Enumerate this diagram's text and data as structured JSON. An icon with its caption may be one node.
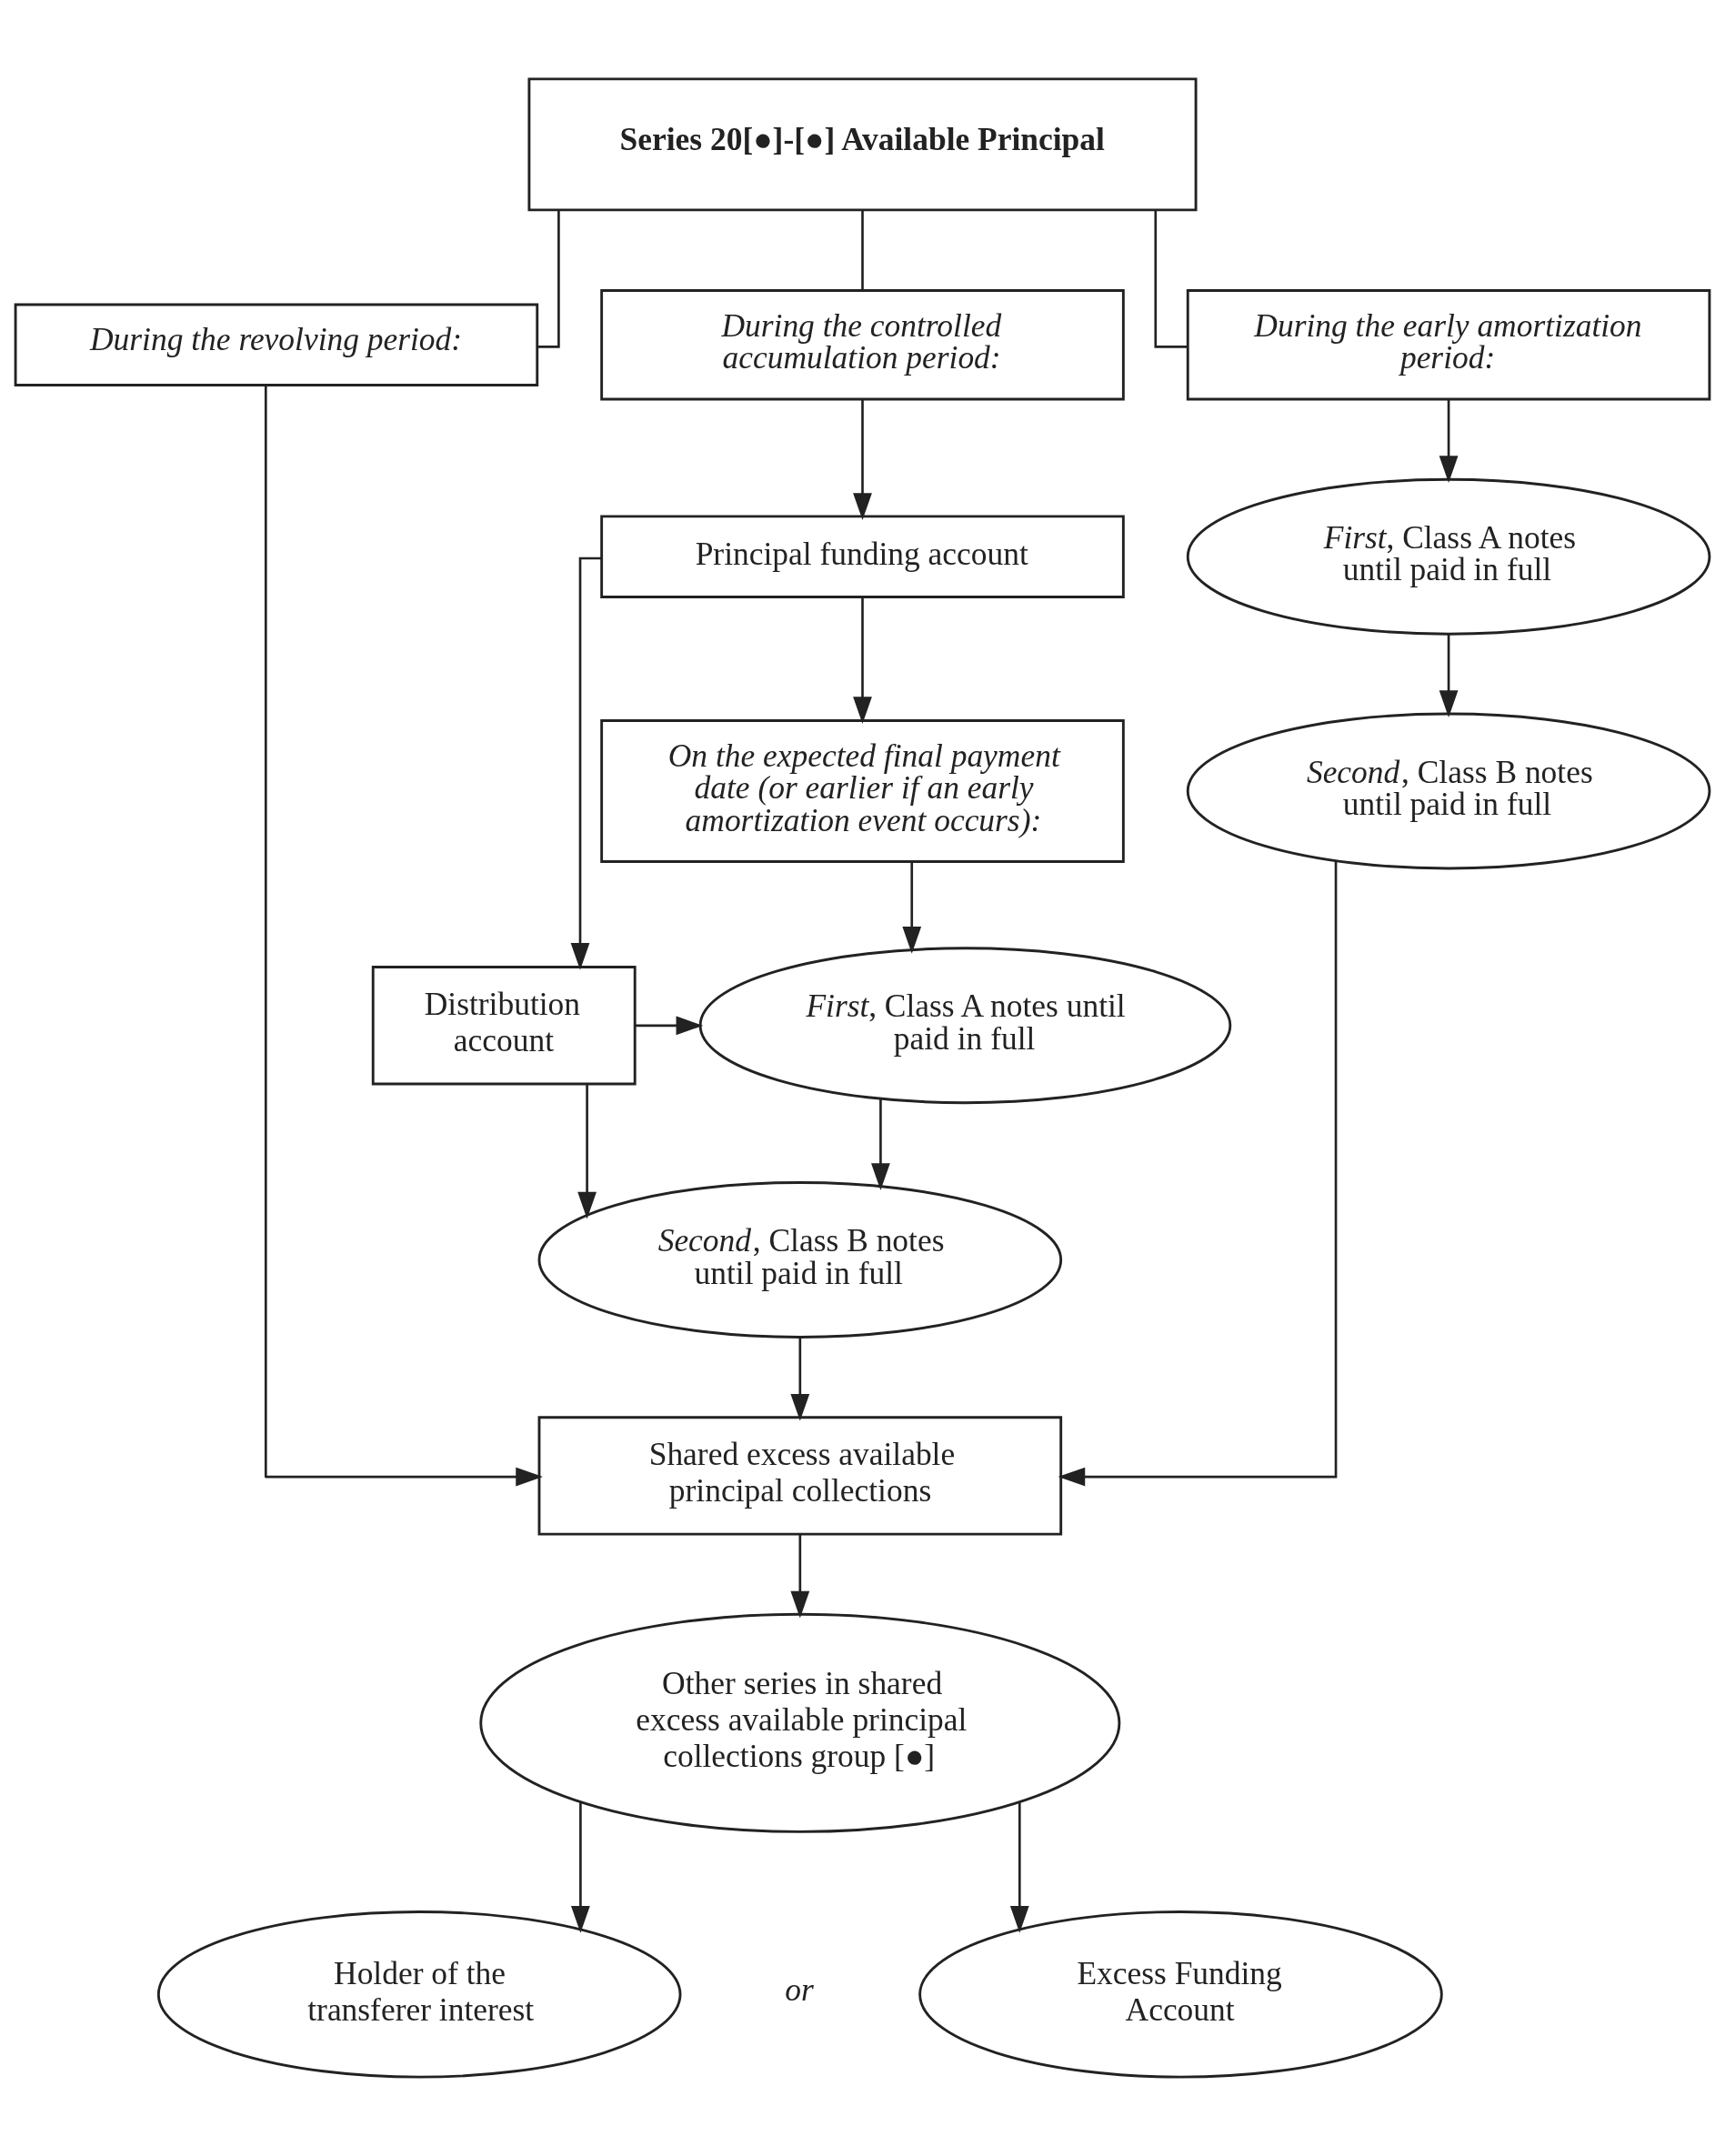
{
  "diagram": {
    "nodes": [
      {
        "text": [
          "Series 20[●]-[●] Available Principal"
        ]
      },
      {
        "text": [
          "During the revolving period:"
        ]
      },
      {
        "text": [
          "During the controlled accumulation period:"
        ]
      },
      {
        "text": [
          "During the early amortization period:"
        ]
      },
      {
        "text": [
          "Principal funding account"
        ]
      },
      {
        "text": [
          "*First*, Class A notes until paid in full"
        ]
      },
      {
        "text": [
          "On the expected final payment date (or earlier if an early amortization event occurs):"
        ]
      },
      {
        "text": [
          "*Second*, Class B notes until paid in full"
        ]
      },
      {
        "text": [
          "Distribution account"
        ]
      },
      {
        "text": [
          "*First*, Class A notes until paid in full"
        ]
      },
      {
        "text": [
          "*Second*, Class B notes until paid in full"
        ]
      },
      {
        "text": [
          "Shared excess available principal collections"
        ]
      },
      {
        "text": [
          "Other series in shared excess available principal collections group [●]"
        ]
      },
      {
        "text": [
          "Holder of the transferer interest"
        ]
      },
      {
        "text": [
          "Excess Funding Account"
        ]
      }
    ],
    "edges": [
      {
        "from": 0,
        "to": 1,
        "arrow": "none"
      },
      {
        "from": 0,
        "to": 2,
        "arrow": "none"
      },
      {
        "from": 0,
        "to": 3,
        "arrow": "none"
      },
      {
        "from": 1,
        "to": 11,
        "arrow": "to"
      },
      {
        "from": 2,
        "to": 4,
        "arrow": "to"
      },
      {
        "from": 3,
        "to": 5,
        "arrow": "to"
      },
      {
        "from": 4,
        "to": 8,
        "arrow": "to"
      },
      {
        "from": 4,
        "to": 6,
        "arrow": "to"
      },
      {
        "from": 5,
        "to": 7,
        "arrow": "to"
      },
      {
        "from": 6,
        "to": 9,
        "arrow": "to"
      },
      {
        "from": 8,
        "to": 9,
        "arrow": "to"
      },
      {
        "from": 8,
        "to": 10,
        "arrow": "to"
      },
      {
        "from": 9,
        "to": 10,
        "arrow": "to"
      },
      {
        "from": 10,
        "to": 11,
        "arrow": "to"
      },
      {
        "from": 7,
        "to": 11,
        "arrow": "to"
      },
      {
        "from": 11,
        "to": 12,
        "arrow": "to"
      },
      {
        "from": 12,
        "to": 13,
        "arrow": "to"
      },
      {
        "from": 12,
        "to": 14,
        "arrow": "to"
      }
    ],
    "labels": [
      "or"
    ]
  }
}
